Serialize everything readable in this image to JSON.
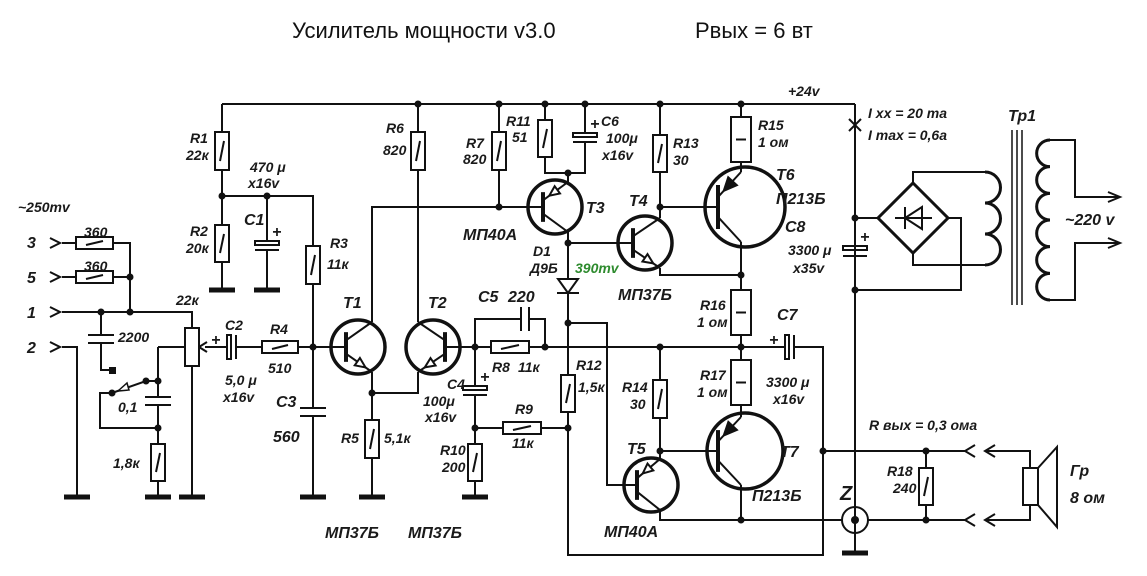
{
  "title": "Усилитель мощности  v3.0",
  "power_out": "Рвых = 6 вт",
  "supply": "+24v",
  "idle_current": "I xx = 20 ma",
  "max_current": "I max = 0,6a",
  "input_level": "~250mv",
  "inputs": {
    "in3": "3",
    "in5": "5",
    "in1": "1",
    "in2": "2"
  },
  "input_resistors": {
    "r_in3": "360",
    "r_in5": "360"
  },
  "tone": {
    "c_2200": "2200",
    "c_01": "0,1",
    "r_18k": "1,8к",
    "pot": "22к"
  },
  "R1": {
    "ref": "R1",
    "value": "22к"
  },
  "R2": {
    "ref": "R2",
    "value": "20к"
  },
  "C1": {
    "ref": "C1",
    "value": "470 μ",
    "voltage": "x16v"
  },
  "R3": {
    "ref": "R3",
    "value": "11к"
  },
  "R6": {
    "ref": "R6",
    "value": "820"
  },
  "R7": {
    "ref": "R7",
    "value": "820"
  },
  "R11": {
    "ref": "R11",
    "value": "51"
  },
  "C6": {
    "ref": "C6",
    "value": "100μ",
    "voltage": "x16v"
  },
  "R13": {
    "ref": "R13",
    "value": "30"
  },
  "R15": {
    "ref": "R15",
    "value": "1 ом"
  },
  "C2": {
    "ref": "C2",
    "value": "5,0 μ",
    "voltage": "x16v"
  },
  "R4": {
    "ref": "R4",
    "value": "510"
  },
  "C3": {
    "ref": "C3",
    "value": "560"
  },
  "R5": {
    "ref": "R5",
    "value": "5,1к"
  },
  "C4": {
    "ref": "C4",
    "value": "100μ",
    "voltage": "x16v"
  },
  "C5": {
    "ref": "C5",
    "value": "220"
  },
  "R8": {
    "ref": "R8",
    "value": "11к"
  },
  "R9": {
    "ref": "R9",
    "value": "11к"
  },
  "R10": {
    "ref": "R10",
    "value": "200"
  },
  "R12": {
    "ref": "R12",
    "value": "1,5к"
  },
  "R14": {
    "ref": "R14",
    "value": "30"
  },
  "R16": {
    "ref": "R16",
    "value": "1 ом"
  },
  "R17": {
    "ref": "R17",
    "value": "1 ом"
  },
  "C7": {
    "ref": "C7",
    "value": "3300 μ",
    "voltage": "x16v"
  },
  "C8": {
    "ref": "C8",
    "value": "3300 μ",
    "voltage": "x35v"
  },
  "R18": {
    "ref": "R18",
    "value": "240"
  },
  "D1": {
    "ref": "D1",
    "type": "Д9Б",
    "voltage": "390mv"
  },
  "T1": {
    "ref": "T1",
    "type": "МП37Б"
  },
  "T2": {
    "ref": "T2",
    "type": "МП37Б"
  },
  "T3": {
    "ref": "T3",
    "type": "МП40А"
  },
  "T4": {
    "ref": "T4",
    "type": "МП37Б"
  },
  "T5": {
    "ref": "T5",
    "type": "МП40А"
  },
  "T6": {
    "ref": "T6",
    "type": "П213Б"
  },
  "T7": {
    "ref": "T7",
    "type": "П213Б"
  },
  "Tr1": {
    "ref": "Тр1",
    "mains": "~220 v"
  },
  "Z": "Z",
  "output_resistance": "R вых = 0,3 ома",
  "speaker": {
    "ref": "Гр",
    "value": "8 ом"
  },
  "colors": {
    "lines": "#111111",
    "voltage_annotation": "#2e8b2e"
  }
}
